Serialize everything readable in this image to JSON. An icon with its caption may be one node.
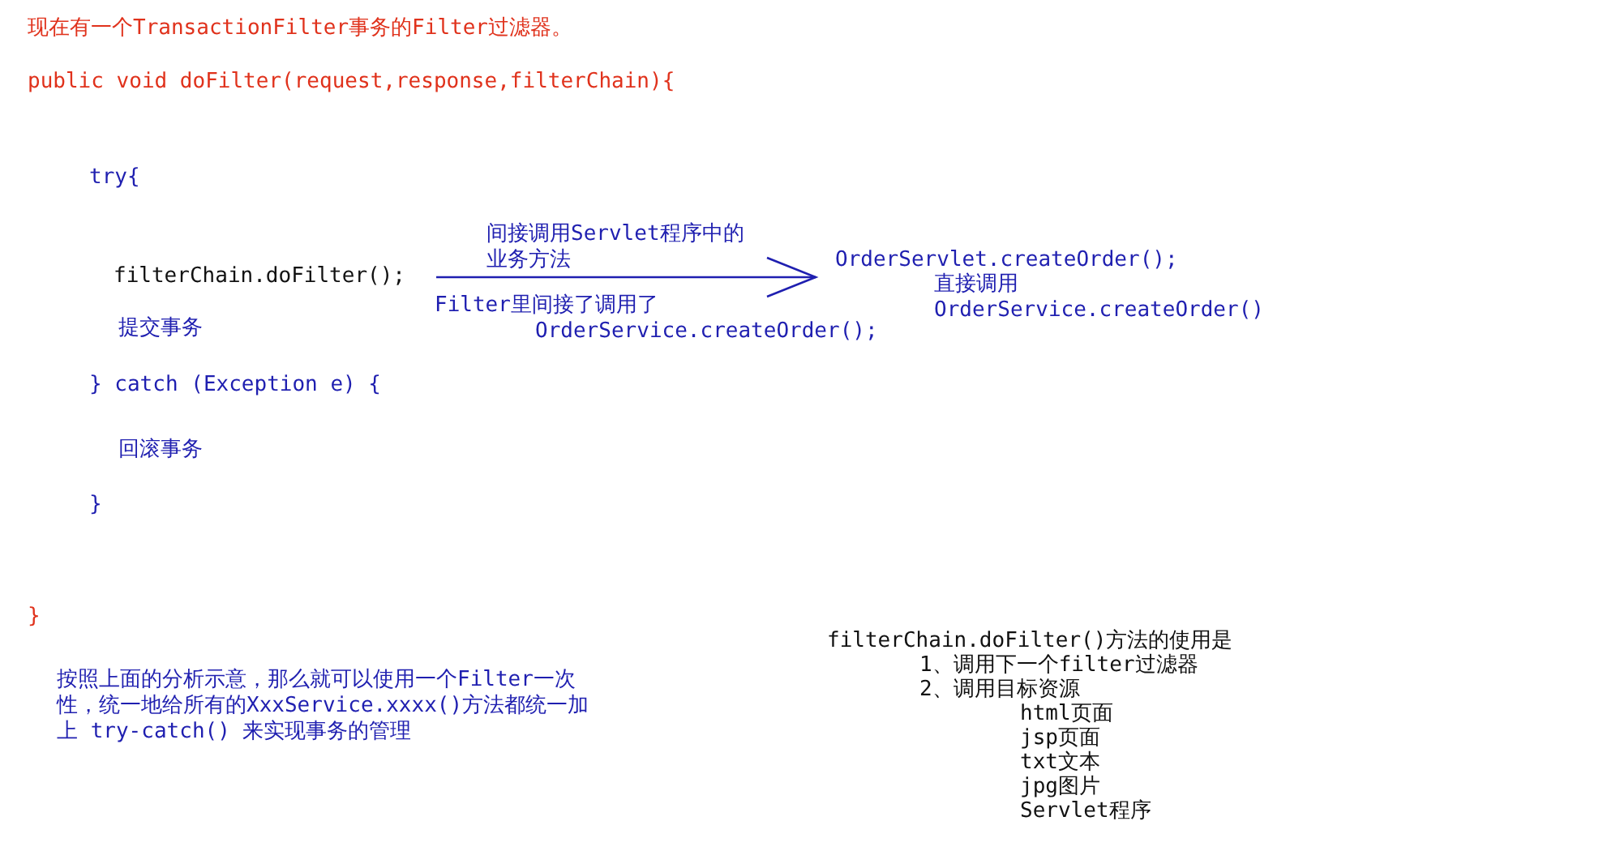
{
  "diagram": {
    "title": "现在有一个TransactionFilter事务的Filter过滤器。",
    "nodes": [
      {
        "text": [
          "filterChain.doFilter();"
        ]
      },
      {
        "text": [
          "OrderServlet.createOrder();"
        ]
      }
    ],
    "edges": [
      {
        "from": 0,
        "to": 1,
        "arrow": "to",
        "label": "间接调用Servlet程序中的业务方法"
      }
    ],
    "labels": [
      "public void doFilter(request,response,filterChain){",
      "try{",
      "Filter里间接了调用了 OrderService.createOrder();",
      "直接调用 OrderService.createOrder()",
      "提交事务",
      "} catch (Exception e) {",
      "回滚事务",
      "}",
      "}",
      "filterChain.doFilter()方法的使用是",
      "1、调用下一个filter过滤器",
      "2、调用目标资源",
      "html页面",
      "jsp页面",
      "txt文本",
      "jpg图片",
      "Servlet程序",
      "按照上面的分析示意，那么就可以使用一个Filter一次性，统一地给所有的XxxService.xxxx()方法都统一加上 try-catch() 来实现事务的管理"
    ]
  }
}
